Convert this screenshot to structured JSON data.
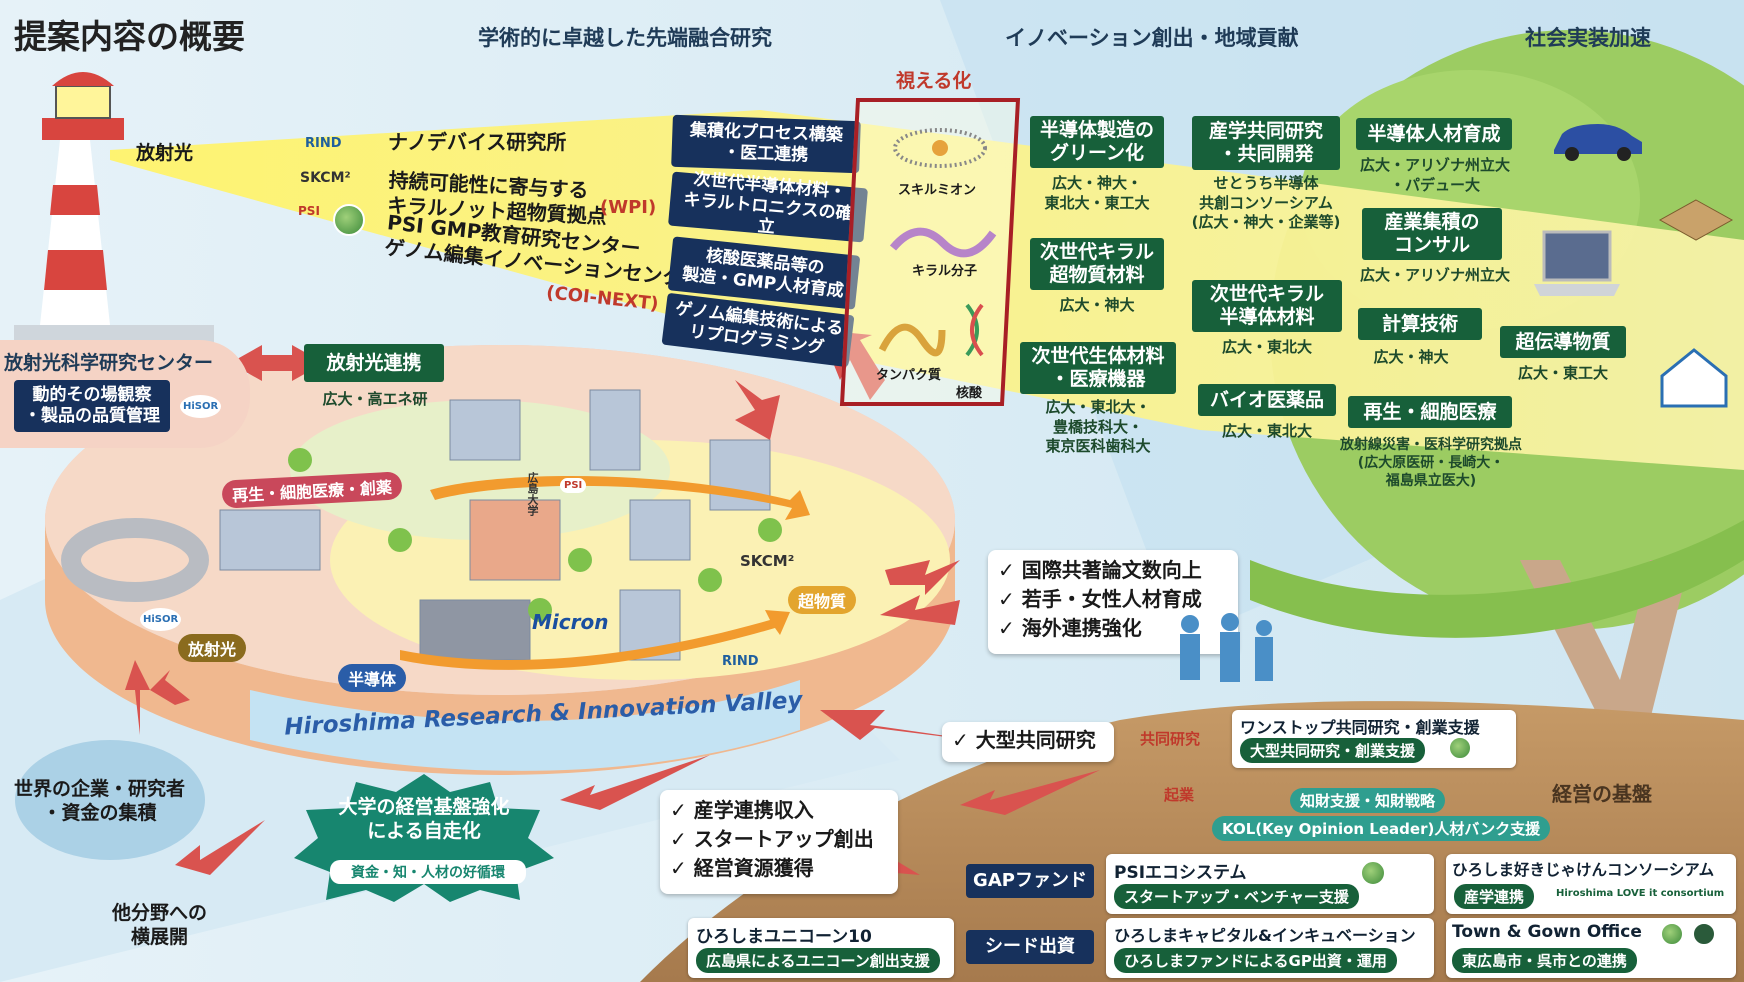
{
  "title": "提案内容の概要",
  "headers": {
    "research": "学術的に卓越した先端融合研究",
    "innovation": "イノベーション創出・地域貢献",
    "society": "社会実装加速"
  },
  "radiation_light_label": "放射光",
  "institutes": [
    {
      "logo": "RIND",
      "text": "ナノデバイス研究所"
    },
    {
      "logo": "SKCM²",
      "text": "持続可能性に寄与する\nキラルノット超物質拠点"
    },
    {
      "text_wpi": "(WPI)"
    },
    {
      "logo": "PSI",
      "text": "PSI GMP教育研究センター\nゲノム編集イノベーションセンター"
    },
    {
      "text_coi": "(COI-NEXT)"
    }
  ],
  "navy_boxes": [
    "集積化プロセス構築\n・医工連携",
    "次世代半導体材料・\nキラルトロニクスの確立",
    "核酸医薬品等の\n製造・GMP人材育成",
    "ゲノム編集技術による\nリプログラミング"
  ],
  "visualization": {
    "title": "視える化",
    "items": [
      "スキルミオン",
      "キラル分子",
      "タンパク質",
      "核酸"
    ]
  },
  "innovation_items": [
    {
      "label": "半導体製造の\nグリーン化",
      "sub": "広大・神大・\n東北大・東工大"
    },
    {
      "label": "次世代キラル\n超物質材料",
      "sub": "広大・神大"
    },
    {
      "label": "次世代生体材料\n・医療機器",
      "sub": "広大・東北大・\n豊橋技科大・\n東京医科歯科大"
    },
    {
      "label": "産学共同研究\n・共同開発",
      "sub": "せとうち半導体\n共創コンソーシアム\n(広大・神大・企業等)"
    },
    {
      "label": "次世代キラル\n半導体材料",
      "sub": "広大・東北大"
    },
    {
      "label": "バイオ医薬品",
      "sub": "広大・東北大"
    }
  ],
  "society_items": [
    {
      "label": "半導体人材育成",
      "sub": "広大・アリゾナ州立大\n・パデュー大"
    },
    {
      "label": "産業集積の\nコンサル",
      "sub": "広大・アリゾナ州立大"
    },
    {
      "label": "計算技術",
      "sub": "広大・神大"
    },
    {
      "label": "超伝導物質",
      "sub": "広大・東工大"
    },
    {
      "label": "再生・細胞医療",
      "sub": "放射線災害・医科学研究拠点\n(広大原医研・長崎大・\n福島県立医大)"
    }
  ],
  "radiation_center": {
    "title": "放射光科学研究センター",
    "box": "動的その場観察\n・製品の品質管理",
    "logo": "HiSOR"
  },
  "radiation_link": {
    "label": "放射光連携",
    "sub": "広大・高エネ研"
  },
  "campus": {
    "regen": "再生・細胞医療・創薬",
    "superm": "超物質",
    "semi": "半導体",
    "radiation": "放射光",
    "valley": "Hiroshima Research & Innovation Valley",
    "univ": "広島大学",
    "logos": [
      "Micron",
      "SKCM²",
      "RIND",
      "HiSOR",
      "PSI"
    ]
  },
  "outcomes1": [
    "✓ 国際共著論文数向上",
    "✓ 若手・女性人材育成",
    "✓ 海外連携強化"
  ],
  "large_joint": "✓ 大型共同研究",
  "joint_research_label": "共同研究",
  "startup_label": "起業",
  "onestop": {
    "title": "ワンストップ共同研究・創業支援",
    "pill": "大型共同研究・創業支援"
  },
  "ip_support": "知財支援・知財戦略",
  "kol": "KOL(Key Opinion Leader)人材バンク支援",
  "management_base": "経営の基盤",
  "world": "世界の企業・研究者\n・資金の集積",
  "autonomy": {
    "title": "大学の経営基盤強化\nによる自走化",
    "pill": "資金・知・人材の好循環"
  },
  "expand": "他分野への\n横展開",
  "outcomes2": [
    "✓ 産学連携収入",
    "✓ スタートアップ創出",
    "✓ 経営資源獲得"
  ],
  "gap_fund": "GAPファンド",
  "seed": "シード出資",
  "unicorn": {
    "title": "ひろしまユニコーン10",
    "pill": "広島県によるユニコーン創出支援"
  },
  "psi_eco": {
    "title": "PSIエコシステム",
    "pill": "スタートアップ・ベンチャー支援"
  },
  "consortium": {
    "title": "ひろしま好きじゃけんコンソーシアム",
    "pill": "産学連携",
    "logo": "Hiroshima LOVE it consortium"
  },
  "capital": {
    "title": "ひろしまキャピタル&インキュベーション",
    "pill": "ひろしまファンドによるGP出資・運用"
  },
  "town_gown": {
    "title": "Town & Gown Office",
    "pill": "東広島市・呉市との連携"
  },
  "colors": {
    "navy": "#17315c",
    "green": "#17603a",
    "arrow": "#d9534f",
    "accent_red": "#c0392b"
  }
}
